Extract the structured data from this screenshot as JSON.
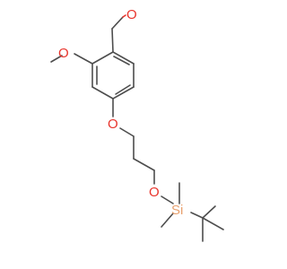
{
  "molecule": {
    "atoms": {
      "aldehyde_oxygen": "O",
      "methoxy_oxygen": "O",
      "ether_oxygen": "O",
      "silyl_oxygen": "O",
      "silicon": "Si"
    },
    "colors": {
      "bond": "#4d4d4d",
      "oxygen": "#e8342c",
      "silicon": "#e8a06e"
    }
  }
}
